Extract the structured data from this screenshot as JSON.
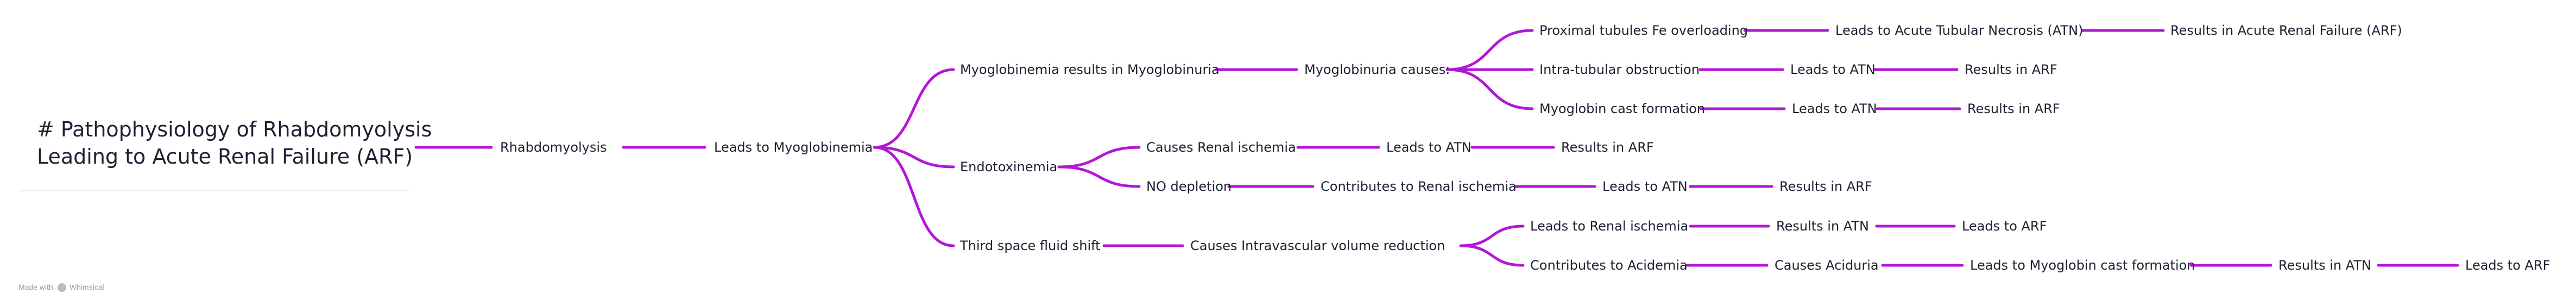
{
  "colors": {
    "edge": "#b316d6",
    "text": "#1e2132"
  },
  "root": {
    "line1": "# Pathophysiology of Rhabdomyolysis",
    "line2": "Leading to Acute Renal Failure (ARF)"
  },
  "nodes": {
    "n1": "Rhabdomyolysis",
    "n2": "Leads to Myoglobinemia",
    "a1": "Myoglobinemia results in Myoglobinuria",
    "a2": "Myoglobinuria causes:",
    "a3a": "Proximal tubules Fe overloading",
    "a3a1": "Leads to Acute Tubular Necrosis (ATN)",
    "a3a2": "Results in Acute Renal Failure (ARF)",
    "a3b": "Intra-tubular obstruction",
    "a3b1": "Leads to ATN",
    "a3b2": "Results in ARF",
    "a3c": "Myoglobin cast formation",
    "a3c1": "Leads to ATN",
    "a3c2": "Results in ARF",
    "b1": "Endotoxinemia",
    "b2a": "Causes Renal ischemia",
    "b2a1": "Leads to ATN",
    "b2a2": "Results in ARF",
    "b2b": "NO depletion",
    "b2b1": "Contributes to Renal ischemia",
    "b2b2": "Leads to ATN",
    "b2b3": "Results in ARF",
    "c1": "Third space fluid shift",
    "c2": "Causes Intravascular volume reduction",
    "c3a": "Leads to Renal ischemia",
    "c3a1": "Results in ATN",
    "c3a2": "Leads to ARF",
    "c3b": "Contributes to Acidemia",
    "c3b1": "Causes Aciduria",
    "c3b2": "Leads to Myoglobin cast formation",
    "c3b3": "Results in ATN",
    "c3b4": "Leads to ARF"
  },
  "footer": {
    "made_with": "Made with",
    "brand": "Whimsical"
  }
}
